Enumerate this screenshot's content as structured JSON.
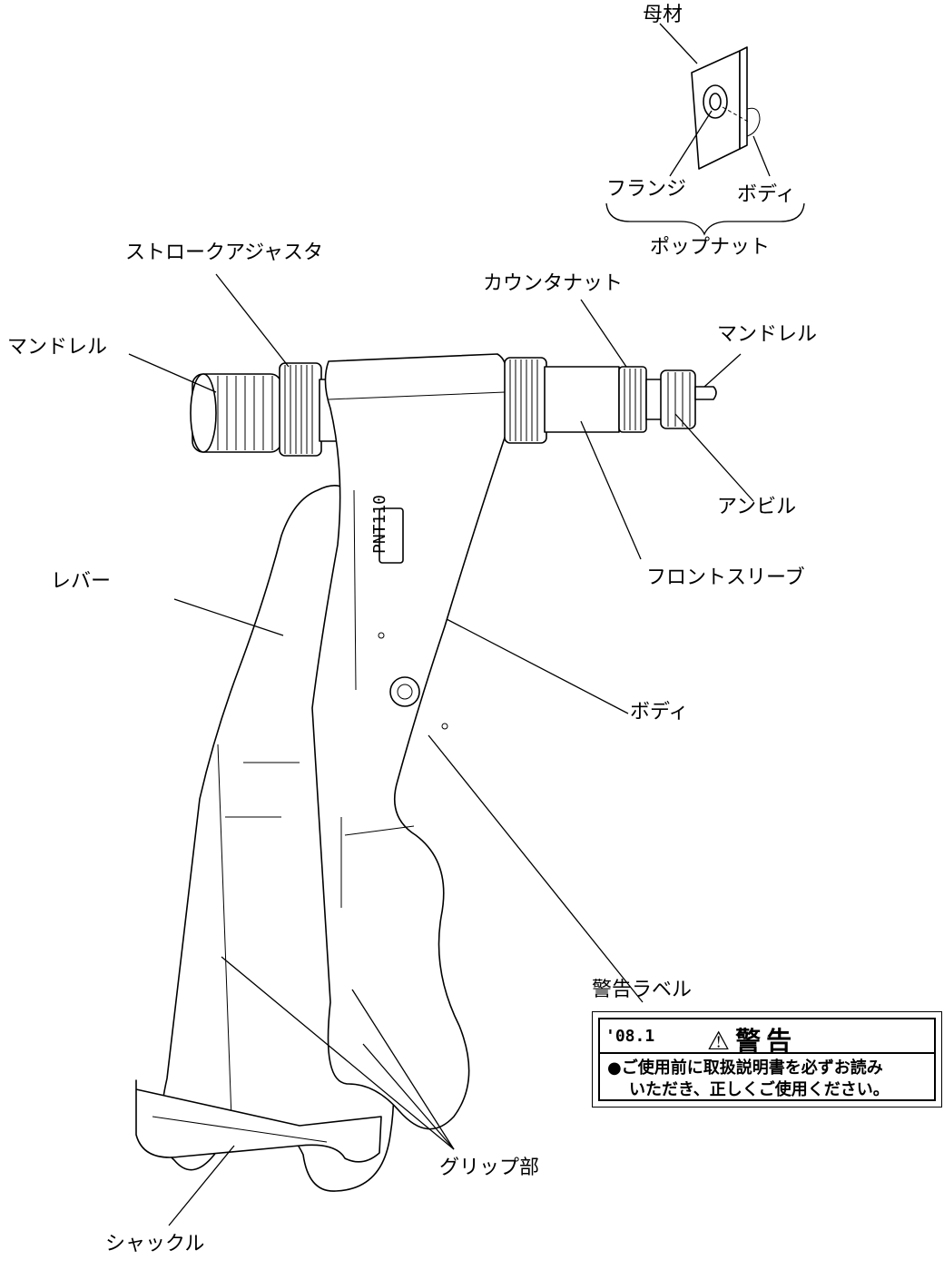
{
  "labels": {
    "base_material": "母材",
    "flange": "フランジ",
    "body_top": "ボディ",
    "popnut": "ポップナット",
    "stroke_adjuster": "ストロークアジャスタ",
    "mandrel_left": "マンドレル",
    "counter_nut": "カウンタナット",
    "mandrel_right": "マンドレル",
    "anvil": "アンビル",
    "front_sleeve": "フロントスリーブ",
    "lever": "レバー",
    "body_main": "ボディ",
    "warning_label": "警告ラベル",
    "grip": "グリップ部",
    "shackle": "シャックル",
    "model_plate": "PNT110"
  },
  "warning": {
    "date": "'08.1",
    "title": "⚠警告",
    "line1": "●ご使用前に取扱説明書を必ずお読み",
    "line2": "いただき、正しくご使用ください。"
  }
}
